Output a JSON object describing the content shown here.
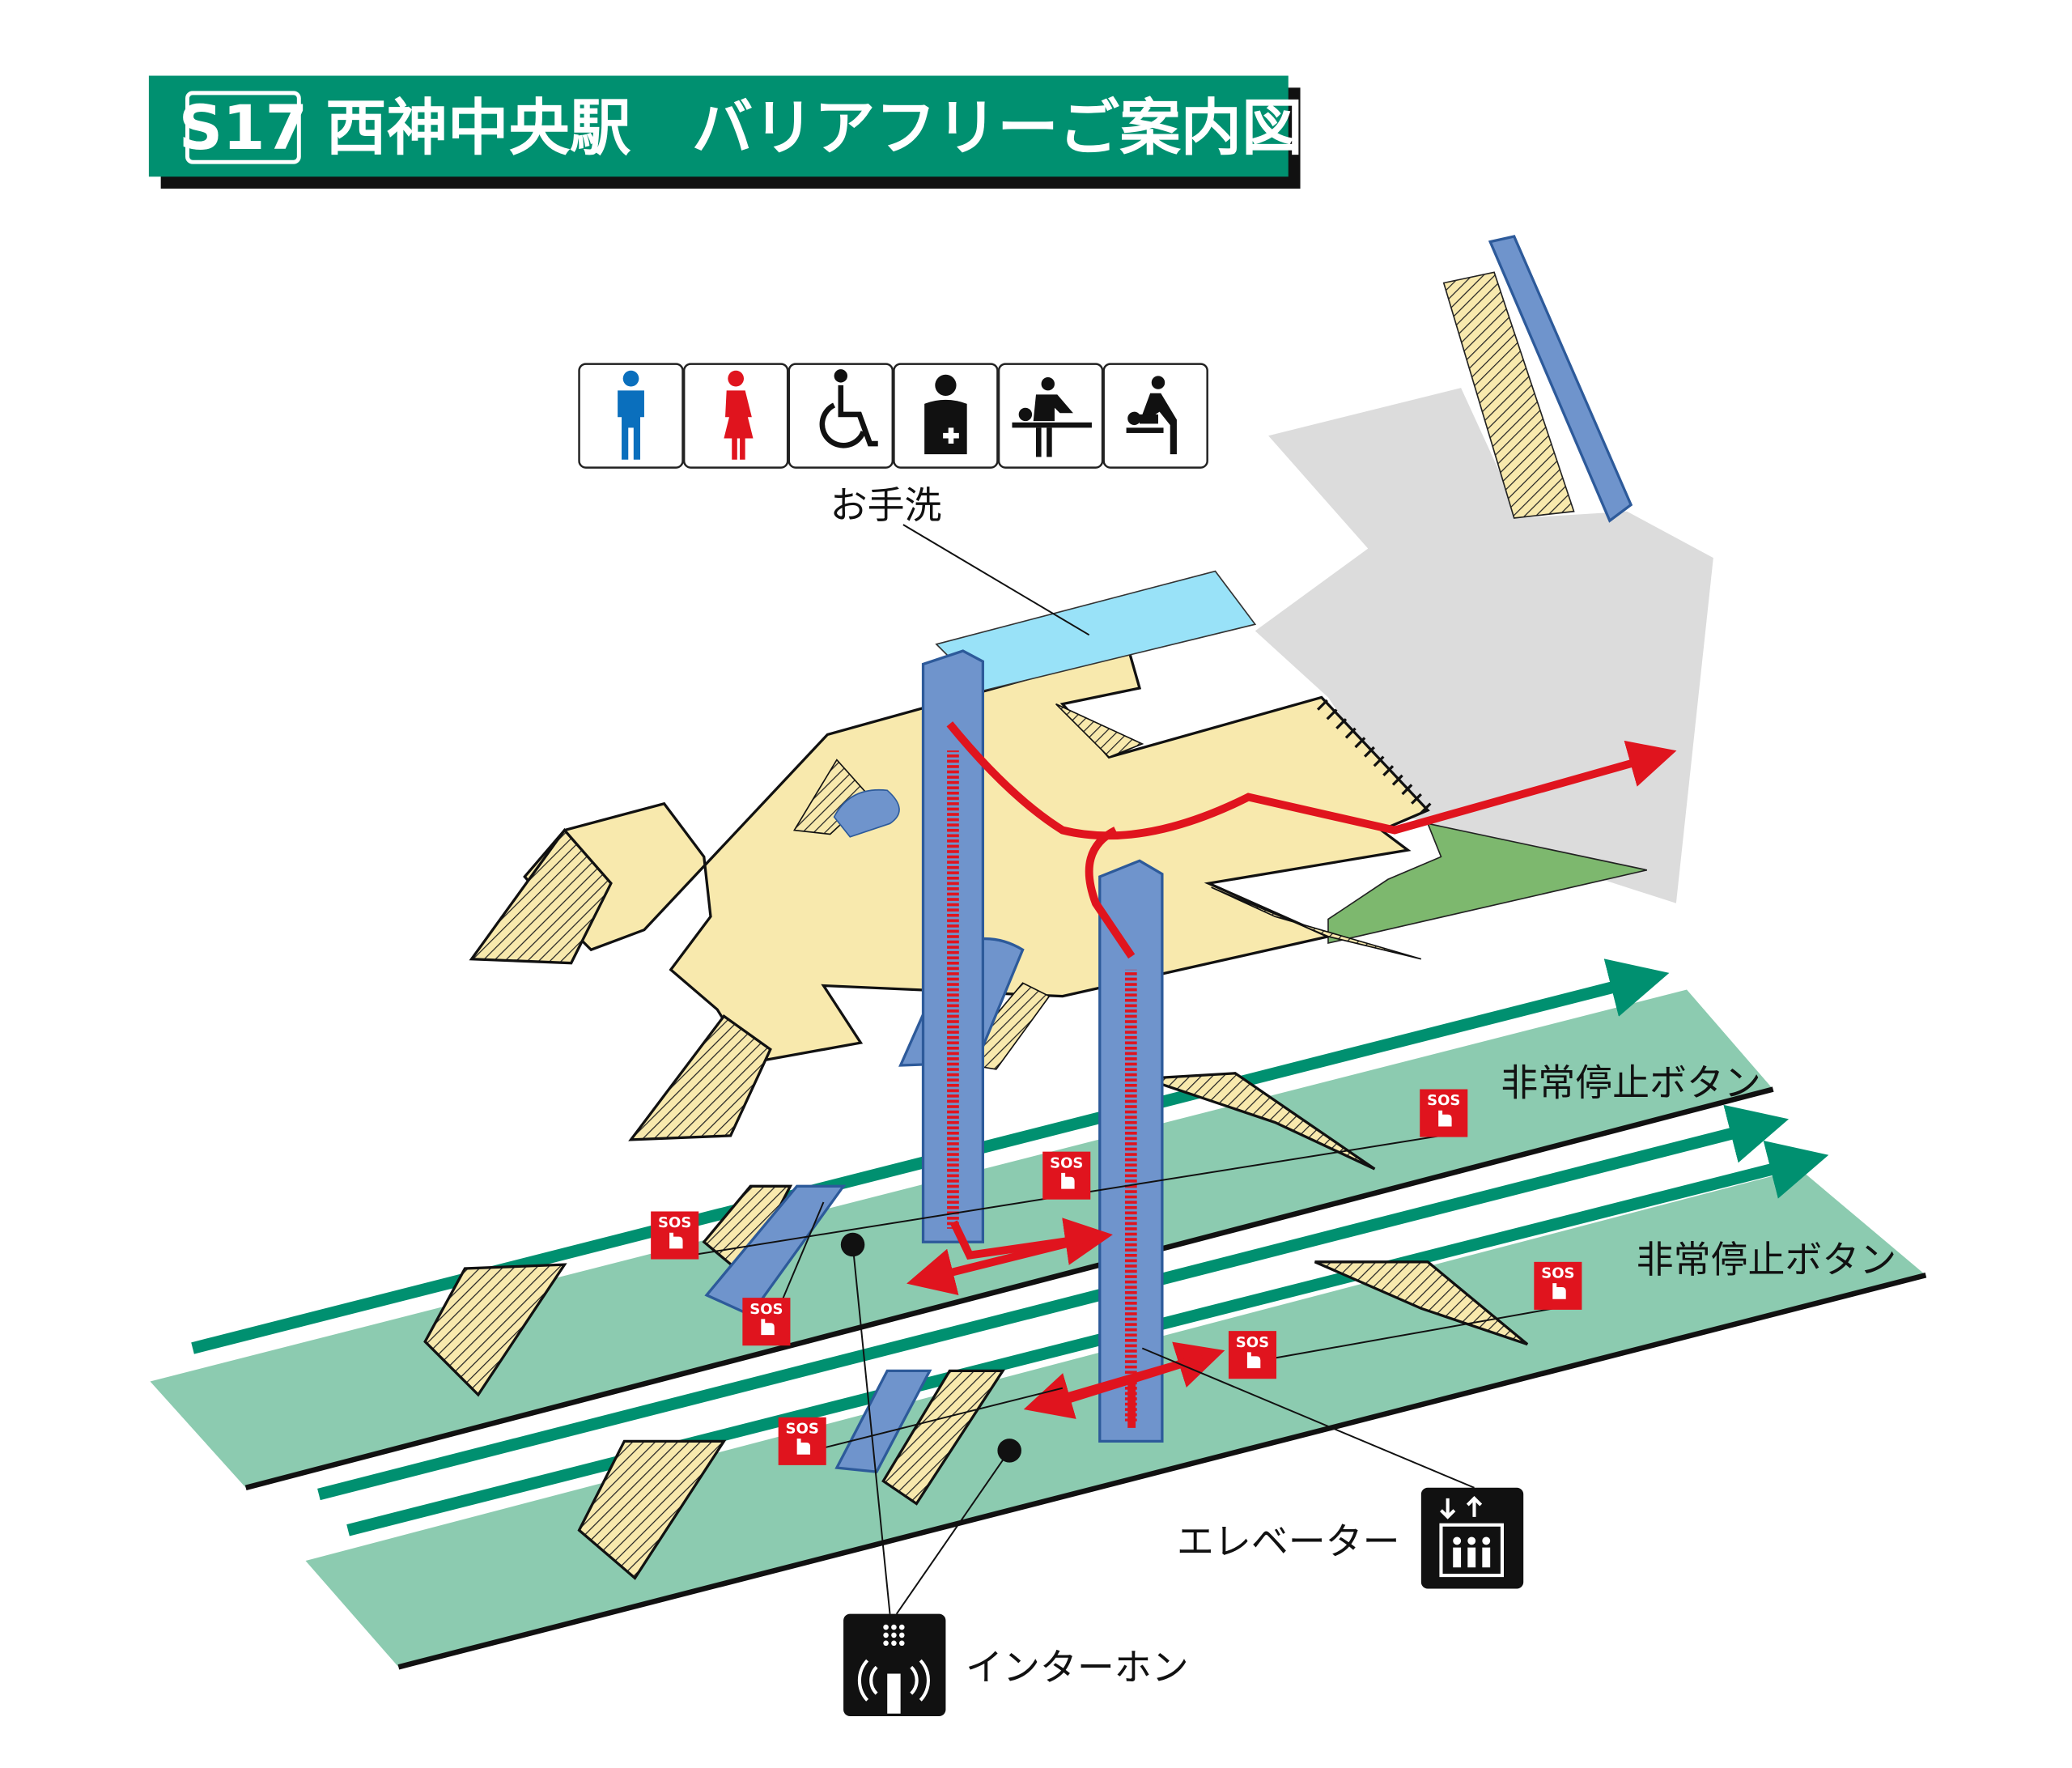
{
  "title": {
    "code": "S17",
    "text": "西神中央駅　バリアフリーご案内図"
  },
  "facility_icons": [
    "man-icon",
    "woman-icon",
    "wheelchair-icon",
    "ostomate-icon",
    "adult-changing-icon",
    "baby-changing-icon"
  ],
  "labels": {
    "toilet": "お手洗",
    "emergency_stop_1": "非常停止ボタン",
    "emergency_stop_2": "非常停止ボタン",
    "elevator": "エレベーター",
    "intercom": "インターホン",
    "sos": "SOS"
  },
  "colors": {
    "brand_green": "#009070",
    "platform": "#8ccbb0",
    "concourse": "#f8e9ad",
    "route_red": "#e0141e",
    "elevator_blue": "#6f94cc",
    "toilet_blue": "#99e2f8",
    "ground_gray": "#dcdcdc",
    "exit_green": "#7db86e"
  }
}
